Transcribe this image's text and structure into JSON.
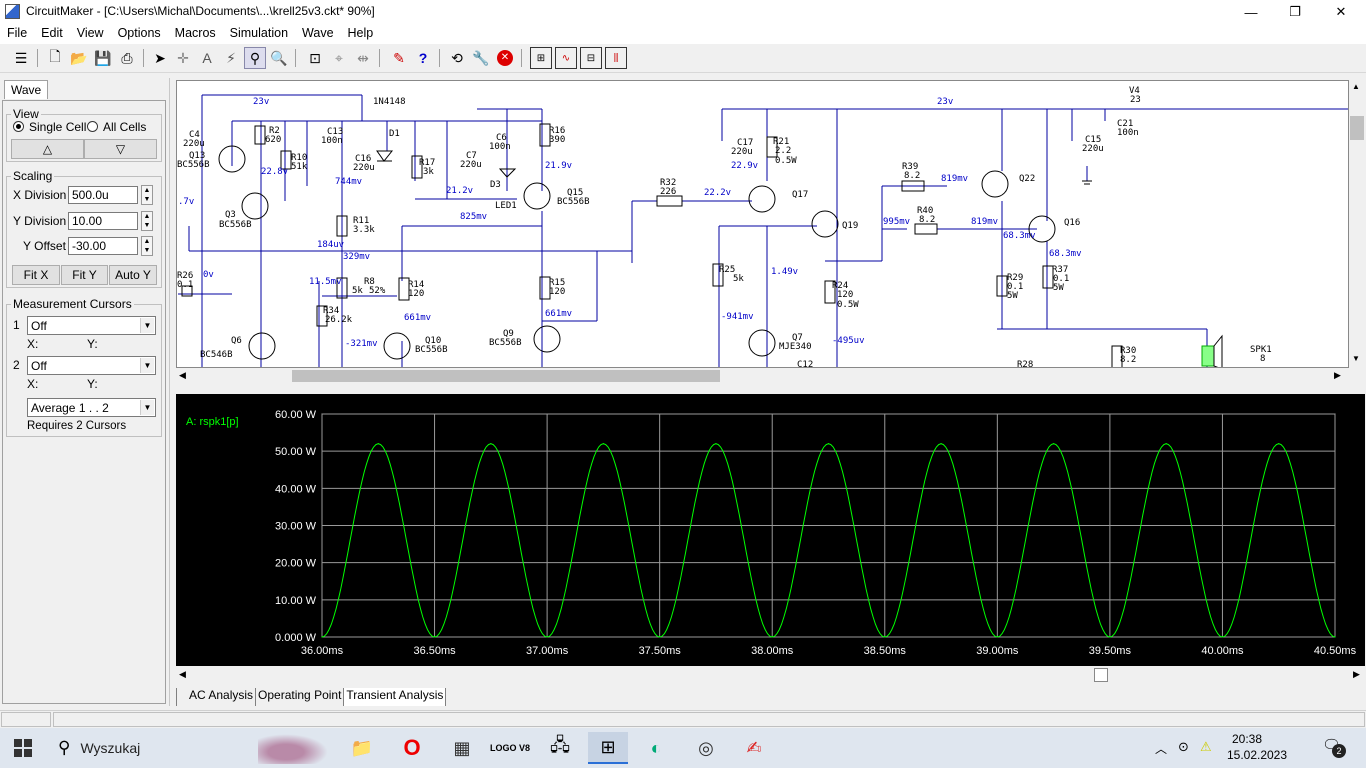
{
  "window": {
    "title": "CircuitMaker - [C:\\Users\\Michal\\Documents\\...\\krell25v3.ckt* 90%]",
    "minimize_label": "—",
    "restore_label": "❐",
    "close_label": "✕"
  },
  "menu": [
    "File",
    "Edit",
    "View",
    "Options",
    "Macros",
    "Simulation",
    "Wave",
    "Help"
  ],
  "toolbar": {
    "icons": [
      "bus-icon",
      "new-file-icon",
      "open-folder-icon",
      "save-icon",
      "print-icon",
      "arrow-tool-icon",
      "wire-tool-icon",
      "text-tool-icon",
      "probe-tool-icon",
      "zoom-tool-icon",
      "magnify-icon",
      "zoom-fit-icon",
      "zoom-area-icon",
      "flip-icon",
      "run-icon",
      "help-icon",
      "reset-icon",
      "wrench-icon",
      "stop-icon",
      "analysis1-icon",
      "analysis2-icon",
      "analysis3-icon",
      "analysis4-icon"
    ]
  },
  "panel": {
    "tab": "Wave",
    "view": {
      "title": "View",
      "single_cell": "Single Cell",
      "all_cells": "All Cells",
      "up": "△",
      "down": "▽"
    },
    "scaling": {
      "title": "Scaling",
      "x_division_label": "X Division",
      "x_division_value": "500.0u",
      "y_division_label": "Y Division",
      "y_division_value": "10.00",
      "y_offset_label": "Y Offset",
      "y_offset_value": "-30.00",
      "fit_x": "Fit X",
      "fit_y": "Fit Y",
      "auto_y": "Auto Y"
    },
    "cursors": {
      "title": "Measurement Cursors",
      "c1_num": "1",
      "c1_value": "Off",
      "c2_num": "2",
      "c2_value": "Off",
      "x_label": "X:",
      "y_label": "Y:",
      "average": "Average  1 . . 2",
      "note": "Requires 2 Cursors"
    }
  },
  "schematic": {
    "labels": [
      "C4",
      "220u",
      "Q13",
      "BC556B",
      "R2",
      "620",
      "C13",
      "100n",
      "D1",
      "C16",
      "220u",
      "R10",
      "51k",
      "R17",
      "3k",
      "C7",
      "220u",
      "C6",
      "100n",
      "D3",
      "LED1",
      "R16",
      "390",
      "Q15",
      "BC556B",
      "Q3",
      "BC556B",
      "R11",
      "3.3k",
      "R32",
      "226",
      "C17",
      "220u",
      "R21",
      "2.2",
      "0.5W",
      "Q17",
      "Q19",
      "R39",
      "8.2",
      "Q22",
      "R40",
      "8.2",
      "Q16",
      "C15",
      "220u",
      "C21",
      "100n",
      "V4",
      "23",
      "R26",
      "0.1",
      "R8",
      "5k",
      "52%",
      "R14",
      "120",
      "R15",
      "120",
      "R34",
      "26.2k",
      "R25",
      "5k",
      "R24",
      "120",
      "0.5W",
      "R29",
      "0.1",
      "5W",
      "R37",
      "0.1",
      "5W",
      "Q6",
      "BC546B",
      "Q10",
      "BC556B",
      "Q9",
      "BC556B",
      "Q7",
      "MJE340",
      "C12",
      "R30",
      "8.2",
      "R28",
      "SPK1",
      "8",
      "1N4148"
    ],
    "voltages": [
      "23v",
      "23v",
      "22.8v",
      "744mv",
      "21.2v",
      "21.9v",
      "825mv",
      "184uv",
      "329mv",
      "11.5mv",
      "-321mv",
      "661mv",
      "661mv",
      "22.2v",
      "22.9v",
      "1.49v",
      "-941mv",
      "-495uv",
      "819mv",
      "995mv",
      "819mv",
      "68.3mv",
      "68.3mv",
      ".7v",
      "0v"
    ]
  },
  "wave": {
    "trace_label": "A: rspk1[p]",
    "y_ticks": [
      "60.00 W",
      "50.00 W",
      "40.00 W",
      "30.00 W",
      "20.00 W",
      "10.00 W",
      "0.000 W"
    ],
    "x_ticks": [
      "36.00ms",
      "36.50ms",
      "37.00ms",
      "37.50ms",
      "38.00ms",
      "38.50ms",
      "39.00ms",
      "39.50ms",
      "40.00ms",
      "40.50ms"
    ],
    "trace_color": "#00ff00"
  },
  "chart_data": {
    "type": "line",
    "title": "",
    "xlabel": "",
    "ylabel": "",
    "xlim": [
      36.0,
      40.5
    ],
    "ylim": [
      0,
      60
    ],
    "series": [
      {
        "name": "A: rspk1[p]",
        "x": [
          36.0,
          36.25,
          36.5,
          36.75,
          37.0,
          37.25,
          37.5,
          37.75,
          38.0,
          38.25,
          38.5,
          38.75,
          39.0,
          39.25,
          39.5,
          39.75,
          40.0,
          40.25,
          40.5
        ],
        "y": [
          0,
          52,
          0,
          52,
          0,
          52,
          0,
          52,
          0,
          52,
          0,
          52,
          0,
          52,
          0,
          52,
          0,
          52,
          0
        ]
      }
    ],
    "grid": true
  },
  "bottom_tabs": [
    "AC Analysis",
    "Operating Point",
    "Transient Analysis"
  ],
  "taskbar": {
    "search_placeholder": "Wyszukaj",
    "time": "20:38",
    "date": "15.02.2023",
    "notifications": "2",
    "logo_text": "LOGO V8"
  }
}
